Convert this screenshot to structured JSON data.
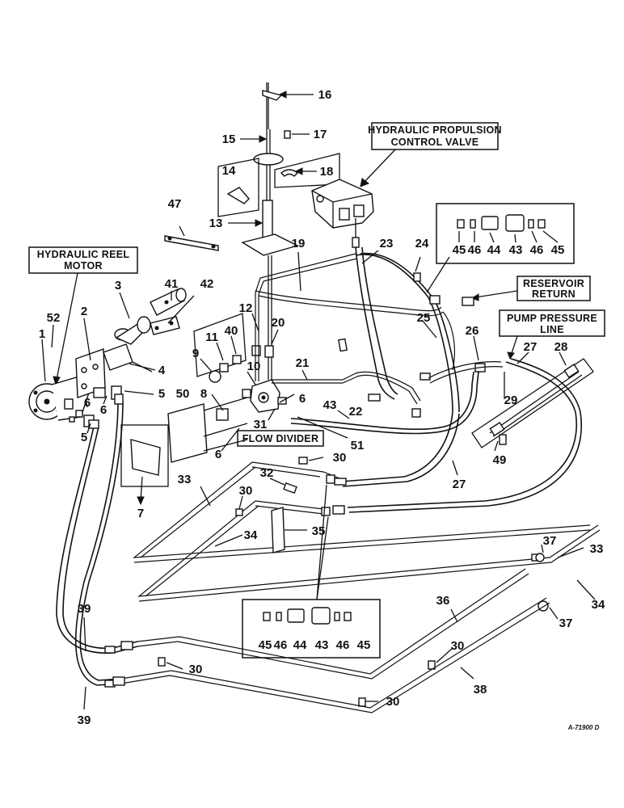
{
  "labels": {
    "valve": [
      "HYDRAULIC PROPULSION",
      "CONTROL VALVE"
    ],
    "motor": [
      "HYDRAULIC REEL",
      "MOTOR"
    ],
    "reservoir": [
      "RESERVOIR",
      "RETURN"
    ],
    "pump": [
      "PUMP PRESSURE",
      "LINE"
    ],
    "flow_divider": "FLOW DIVIDER"
  },
  "callouts": {
    "c16": "16",
    "c15": "15",
    "c17": "17",
    "c18": "18",
    "c14": "14",
    "c13": "13",
    "c47": "47",
    "c19": "19",
    "c23": "23",
    "c24": "24",
    "c41": "41",
    "c42": "42",
    "c3": "3",
    "c52": "52",
    "c2": "2",
    "c1": "1",
    "c12": "12",
    "c11": "11",
    "c40": "40",
    "c9": "9",
    "c20": "20",
    "c10": "10",
    "c4": "4",
    "c5a": "5",
    "c5b": "5",
    "c6a": "6",
    "c6b": "6",
    "c6c": "6",
    "c6d": "6",
    "c8": "8",
    "c50": "50",
    "c7": "7",
    "c31": "31",
    "c21": "21",
    "c22": "22",
    "c43a": "43",
    "c51": "51",
    "c25": "25",
    "c26": "26",
    "c27a": "27",
    "c27b": "27",
    "c28": "28",
    "c29": "29",
    "c49": "49",
    "c30a": "30",
    "c30b": "30",
    "c30c": "30",
    "c30d": "30",
    "c30e": "30",
    "c32": "32",
    "c33a": "33",
    "c33b": "33",
    "c34a": "34",
    "c34b": "34",
    "c35": "35",
    "c36": "36",
    "c37a": "37",
    "c37b": "37",
    "c38": "38",
    "c39a": "39",
    "c39b": "39"
  },
  "fitting_sets": {
    "upper": [
      "45",
      "46",
      "44",
      "43",
      "46",
      "45"
    ],
    "lower": [
      "45",
      "46",
      "44",
      "43",
      "46",
      "45"
    ]
  },
  "reference": "A-71900 D"
}
